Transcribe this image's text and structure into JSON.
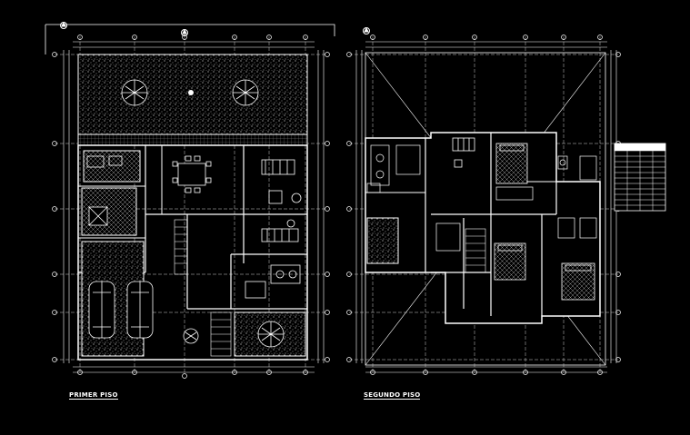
{
  "drawing": {
    "colors": {
      "background": "#000000",
      "lines": "#ffffff",
      "grid_axes": "#d8d8d8",
      "hatch": "#e0e0e0"
    },
    "plans": [
      {
        "id": "first-floor",
        "title": "PRIMER PISO"
      },
      {
        "id": "second-floor",
        "title": "SEGUNDO PISO"
      }
    ],
    "icons": [
      "north-arrow-icon",
      "grid-axis-bubble-icon",
      "tree-symbol-icon",
      "car-symbol-icon",
      "dining-table-icon",
      "bed-icon",
      "stair-icon",
      "legend-table-icon"
    ]
  }
}
